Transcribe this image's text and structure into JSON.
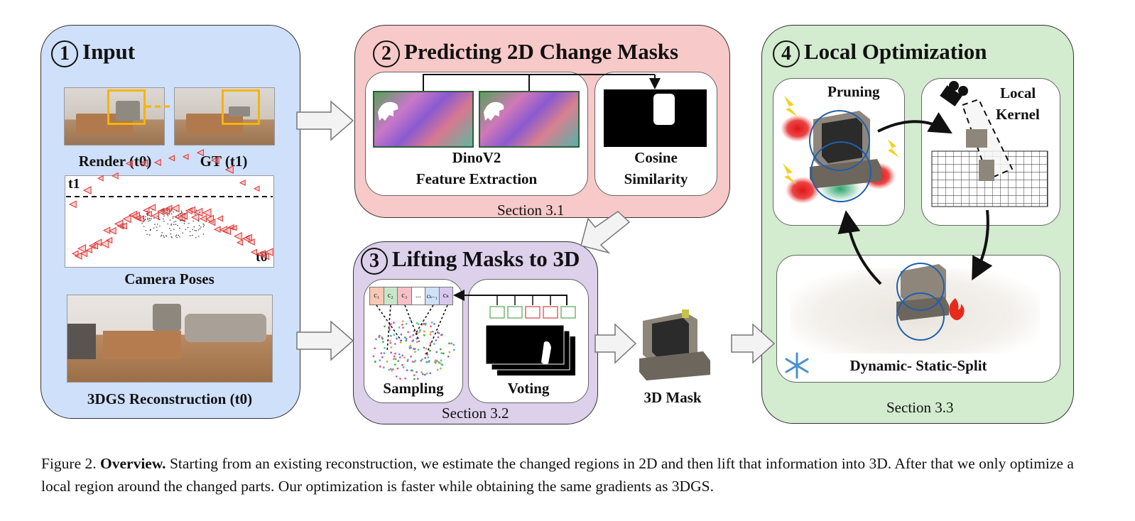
{
  "panels": {
    "input": {
      "number": "1",
      "title": "Input"
    },
    "change_masks": {
      "number": "2",
      "title": "Predicting 2D Change Masks",
      "section": "Section 3.1"
    },
    "lifting": {
      "number": "3",
      "title": "Lifting Masks to 3D",
      "section": "Section 3.2"
    },
    "local_opt": {
      "number": "4",
      "title": "Local Optimization",
      "section": "Section 3.3"
    }
  },
  "labels": {
    "render": "Render (t0)",
    "gt": "GT (t1)",
    "t1": "t1",
    "t0": "t0",
    "camera_poses": "Camera Poses",
    "reconstruction": "3DGS Reconstruction (t0)",
    "dinov2": "DinoV2",
    "feature_extraction": "Feature Extraction",
    "cosine": "Cosine",
    "similarity": "Similarity",
    "sampling": "Sampling",
    "voting": "Voting",
    "mask3d": "3D Mask",
    "pruning": "Pruning",
    "local": "Local",
    "kernel": "Kernel",
    "split": "Dynamic- Static-Split"
  },
  "tokens": [
    "c₁",
    "c₂",
    "c₃",
    "...",
    "cₖ₋₁",
    "cₖ"
  ],
  "caption": {
    "prefix": "Figure 2.",
    "bold": "Overview.",
    "text": "Starting from an existing reconstruction, we estimate the changed regions in 2D and then lift that information into 3D. After that we only optimize a local region around the changed parts. Our optimization is faster while obtaining the same gradients as 3DGS."
  },
  "colors": {
    "input_bg": "#cfe0fa",
    "change_bg": "#f7c9c8",
    "lifting_bg": "#dcd0ea",
    "opt_bg": "#d3ebcf",
    "highlight": "#f5b400",
    "camera": "#e03030",
    "blob": "#e02020",
    "circle": "#1f5fae"
  }
}
